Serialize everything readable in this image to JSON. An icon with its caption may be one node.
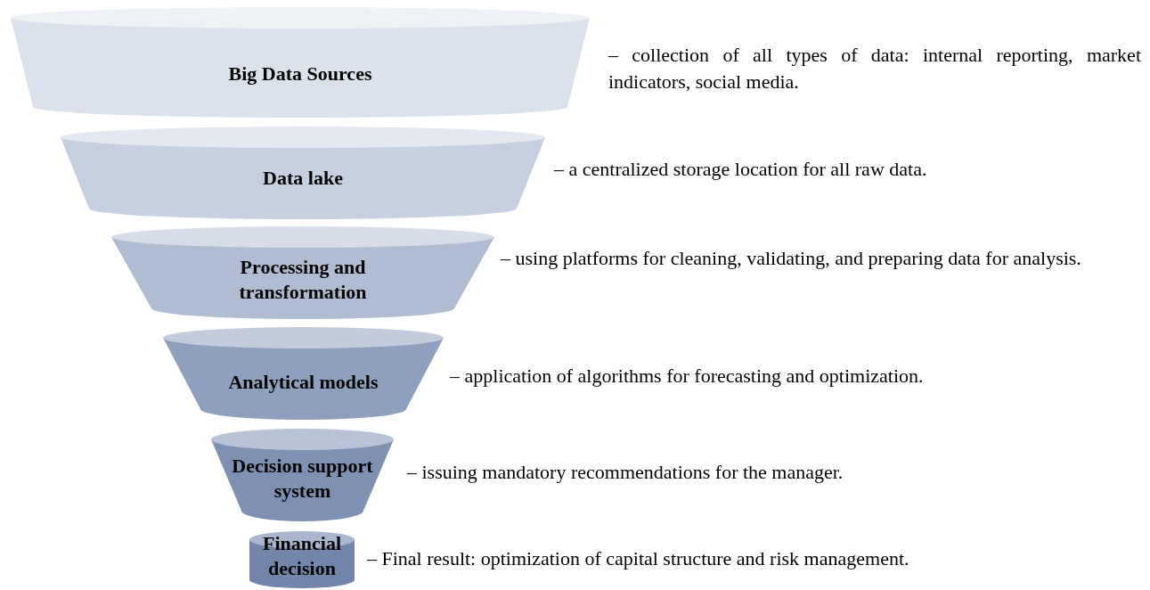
{
  "diagram": {
    "nodes": [
      {
        "text": [
          "Big Data Sources"
        ],
        "beside": [
          "– collection of all types of data: internal reporting, market indicators, social media."
        ]
      },
      {
        "text": [
          "Data lake"
        ],
        "beside": [
          "– a centralized storage location for all raw data."
        ]
      },
      {
        "text": [
          "Processing and transformation"
        ],
        "beside": [
          "– using platforms for cleaning, validating, and preparing data for analysis."
        ]
      },
      {
        "text": [
          "Analytical models"
        ],
        "beside": [
          "– application of algorithms for forecasting and optimization."
        ]
      },
      {
        "text": [
          "Decision support system"
        ],
        "beside": [
          "– issuing mandatory recommendations for the manager."
        ]
      },
      {
        "text": [
          "Financial decision"
        ],
        "beside": [
          "– Final result: optimization of capital structure and risk management."
        ]
      }
    ]
  }
}
